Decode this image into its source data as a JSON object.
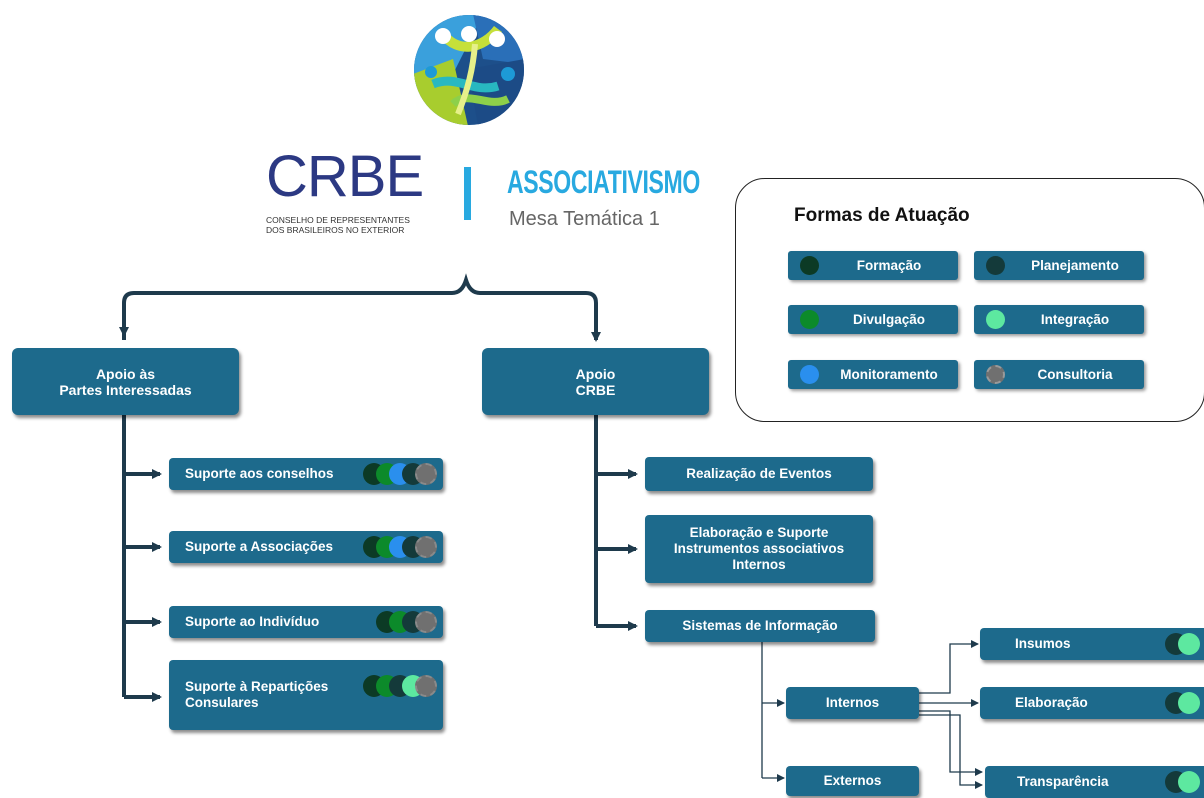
{
  "header": {
    "title": "CRBE",
    "subtitle_line1": "CONSELHO DE REPRESENTANTES",
    "subtitle_line2": "DOS BRASILEIROS NO EXTERIOR",
    "theme": "ASSOCIATIVISMO",
    "mesa": "Mesa Temática 1",
    "logo_icon": "circular-people-logo-icon"
  },
  "colors": {
    "box_blue": "#1d6a8c",
    "formacao": "#0c3a25",
    "planejamento": "#143a3a",
    "divulgacao": "#0c8a2a",
    "integracao": "#5de8a0",
    "monitoramento": "#2a8fee",
    "consultoria": "#707070"
  },
  "legend": {
    "title": "Formas de Atuação",
    "items": {
      "formacao": "Formação",
      "planejamento": "Planejamento",
      "divulgacao": "Divulgação",
      "integracao": "Integração",
      "monitoramento": "Monitoramento",
      "consultoria": "Consultoria"
    }
  },
  "left": {
    "root_line1": "Apoio às",
    "root_line2": "Partes Interessadas",
    "items": [
      {
        "label": "Suporte aos conselhos"
      },
      {
        "label": "Suporte a Associações"
      },
      {
        "label": "Suporte ao Indivíduo"
      },
      {
        "label_line1": "Suporte à Repartições",
        "label_line2": "Consulares"
      }
    ]
  },
  "right": {
    "root_line1": "Apoio",
    "root_line2": "CRBE",
    "items": [
      {
        "label": "Realização de Eventos"
      },
      {
        "label_line1": "Elaboração e Suporte",
        "label_line2": "Instrumentos associativos",
        "label_line3": "Internos"
      },
      {
        "label": "Sistemas de Informação"
      }
    ],
    "sub": {
      "internos": "Internos",
      "externos": "Externos",
      "insumos": "Insumos",
      "elaboracao": "Elaboração",
      "transparencia": "Transparência"
    }
  }
}
